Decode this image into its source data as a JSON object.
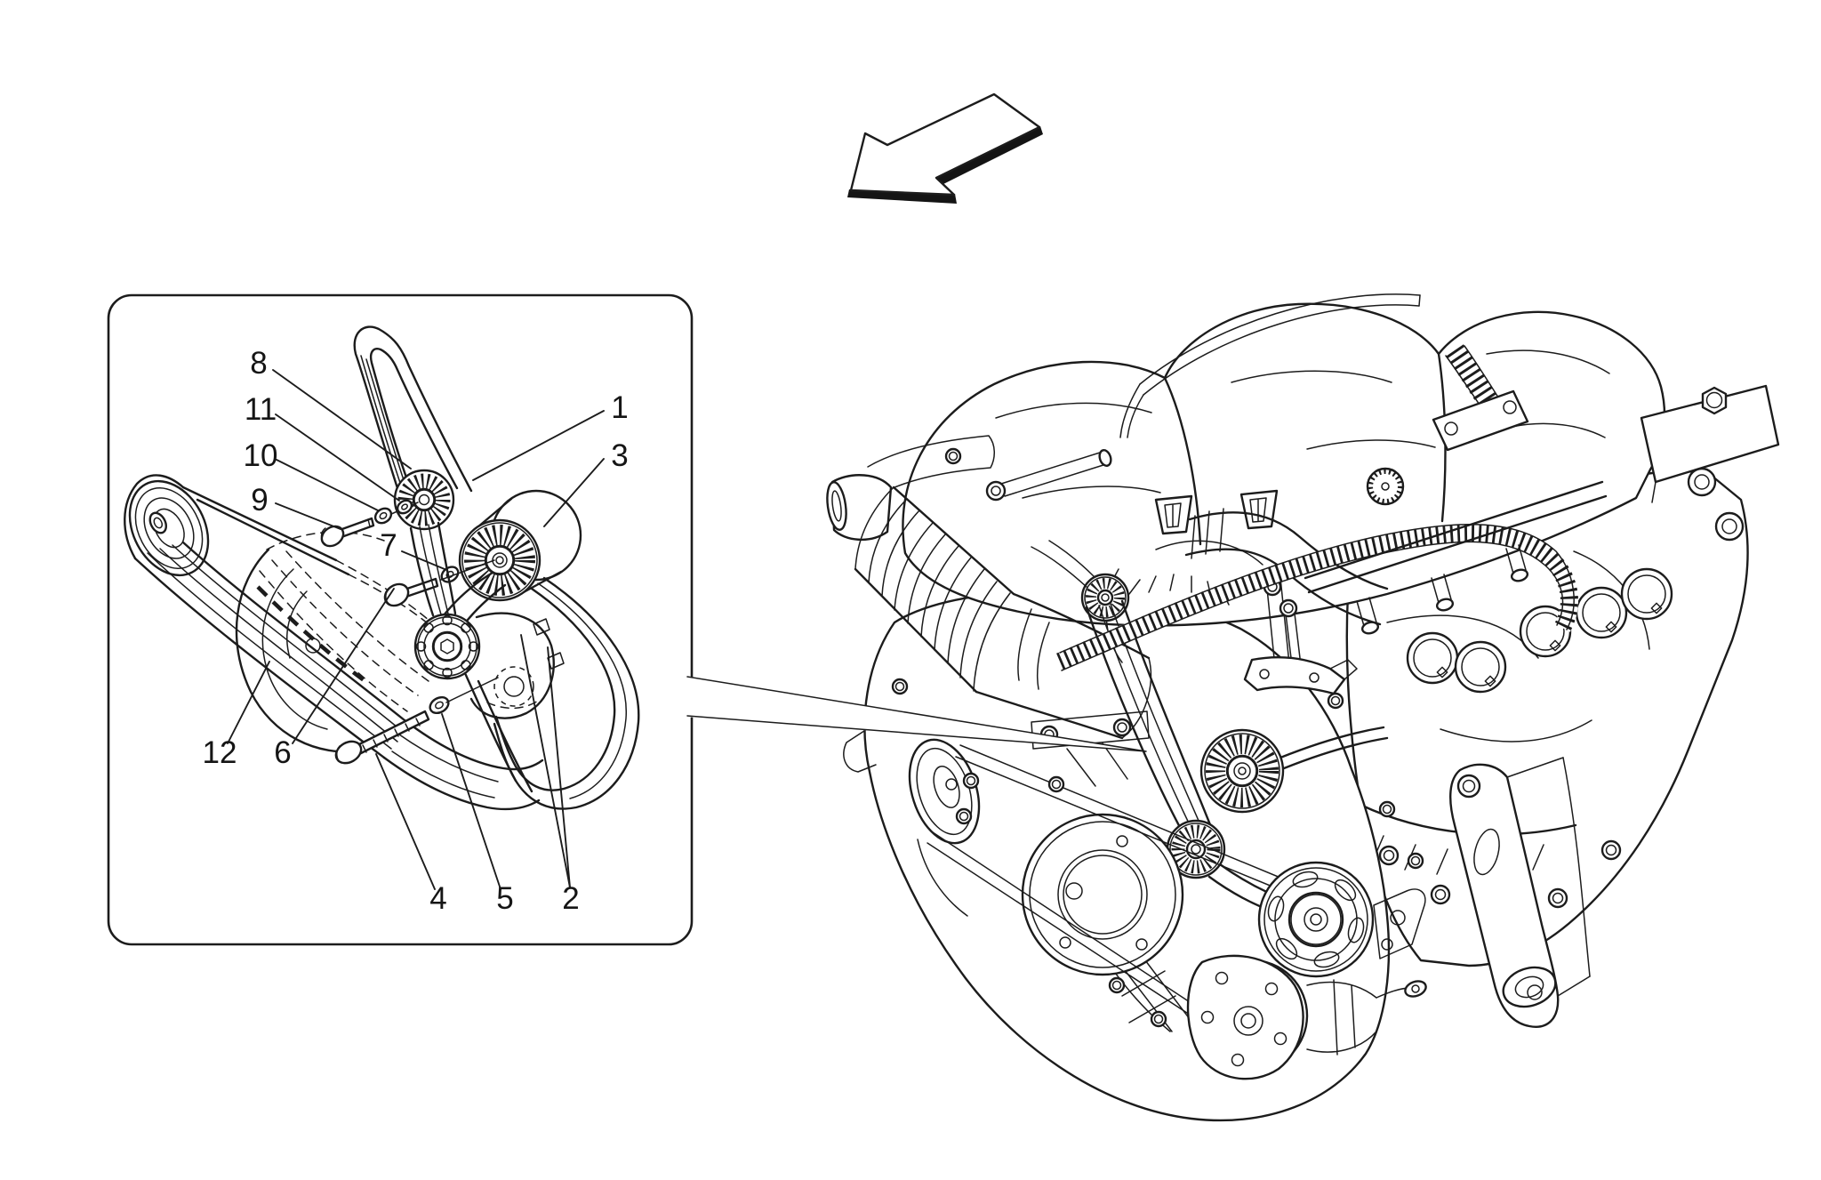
{
  "figure": {
    "background": "#ffffff",
    "line_color": "#1c1c1c",
    "description": "Black-and-white technical parts diagram: auxiliary device belts. A rounded inset box on the left shows an exploded view of belt tensioner and pulleys with numbered callouts; a wedge leader points to the belt area of a V8 engine line illustration on the right; a 3D block arrow at top points to the lower-left."
  },
  "direction_arrow": {
    "glyph": "block-arrow-3d",
    "points": "lower-left"
  },
  "inset": {
    "callouts": [
      {
        "label": "1"
      },
      {
        "label": "2"
      },
      {
        "label": "3"
      },
      {
        "label": "4"
      },
      {
        "label": "5"
      },
      {
        "label": "6"
      },
      {
        "label": "7"
      },
      {
        "label": "8"
      },
      {
        "label": "9"
      },
      {
        "label": "10"
      },
      {
        "label": "11"
      },
      {
        "label": "12"
      }
    ]
  }
}
